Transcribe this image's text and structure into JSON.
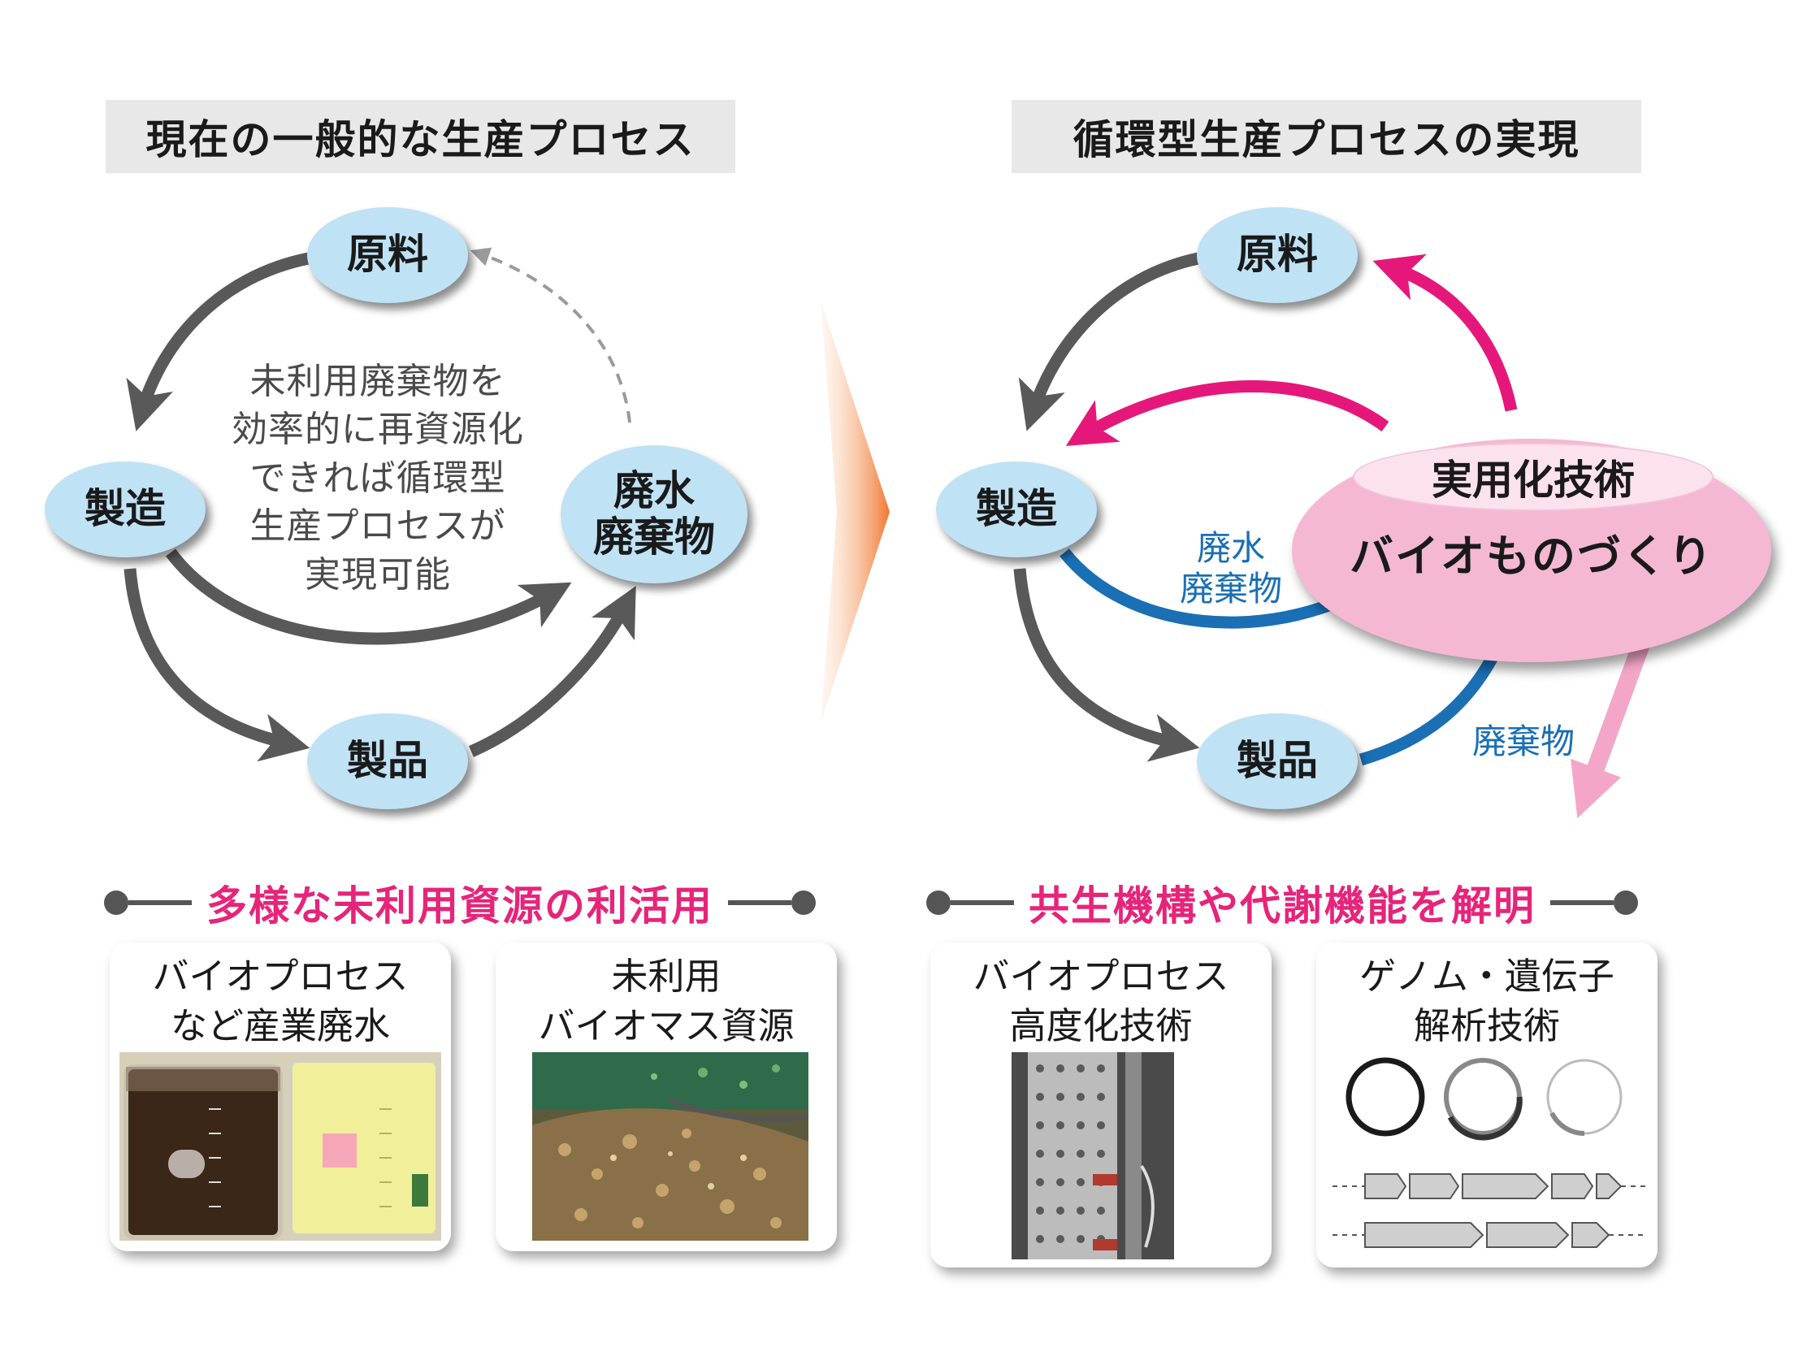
{
  "left_panel": {
    "title": "現在の一般的な生産プロセス",
    "nodes": {
      "raw": "原料",
      "manufacturing": "製造",
      "product": "製品",
      "waste_line1": "廃水",
      "waste_line2": "廃棄物"
    },
    "center_text": [
      "未利用廃棄物を",
      "効率的に再資源化",
      "できれば循環型",
      "生産プロセスが",
      "実現可能"
    ]
  },
  "right_panel": {
    "title": "循環型生産プロセスの実現",
    "nodes": {
      "raw": "原料",
      "manufacturing": "製造",
      "product": "製品"
    },
    "tech_label": "実用化技術",
    "bio_label": "バイオものづくり",
    "wastewater_label_line1": "廃水",
    "wastewater_label_line2": "廃棄物",
    "waste_label": "廃棄物"
  },
  "sections": {
    "left_heading": "多様な未利用資源の利活用",
    "right_heading": "共生機構や代謝機能を解明"
  },
  "cards": [
    {
      "line1": "バイオプロセス",
      "line2": "など産業廃水"
    },
    {
      "line1": "未利用",
      "line2": "バイオマス資源"
    },
    {
      "line1": "バイオプロセス",
      "line2": "高度化技術"
    },
    {
      "line1": "ゲノム・遺伝子",
      "line2": "解析技術"
    }
  ],
  "colors": {
    "node_fill": "#bfe2f5",
    "gray_arrow": "#595959",
    "magenta_arrow": "#e6177a",
    "blue_arrow": "#1a6fb5",
    "pink_ellipse": "#f5b8d2",
    "heading_pink": "#e6247a",
    "title_bg": "#e8e8e8"
  }
}
